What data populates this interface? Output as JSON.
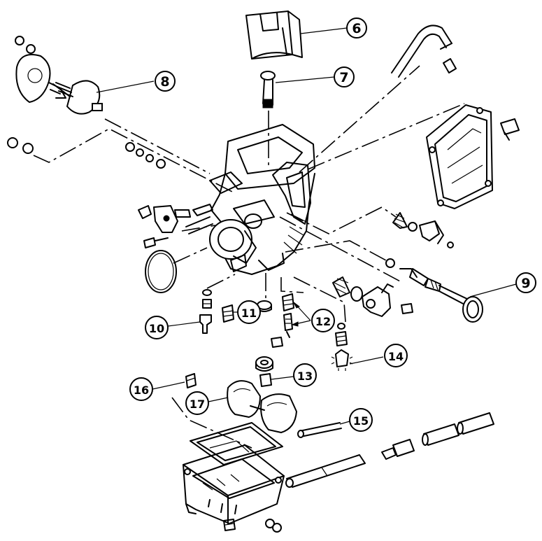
{
  "callouts": [
    {
      "id": "c6",
      "label": "6"
    },
    {
      "id": "c7",
      "label": "7"
    },
    {
      "id": "c8",
      "label": "8"
    },
    {
      "id": "c9",
      "label": "9"
    },
    {
      "id": "c10",
      "label": "10"
    },
    {
      "id": "c11",
      "label": "11"
    },
    {
      "id": "c12",
      "label": "12"
    },
    {
      "id": "c13",
      "label": "13"
    },
    {
      "id": "c14",
      "label": "14"
    },
    {
      "id": "c15",
      "label": "15"
    },
    {
      "id": "c16",
      "label": "16"
    },
    {
      "id": "c17",
      "label": "17"
    }
  ]
}
